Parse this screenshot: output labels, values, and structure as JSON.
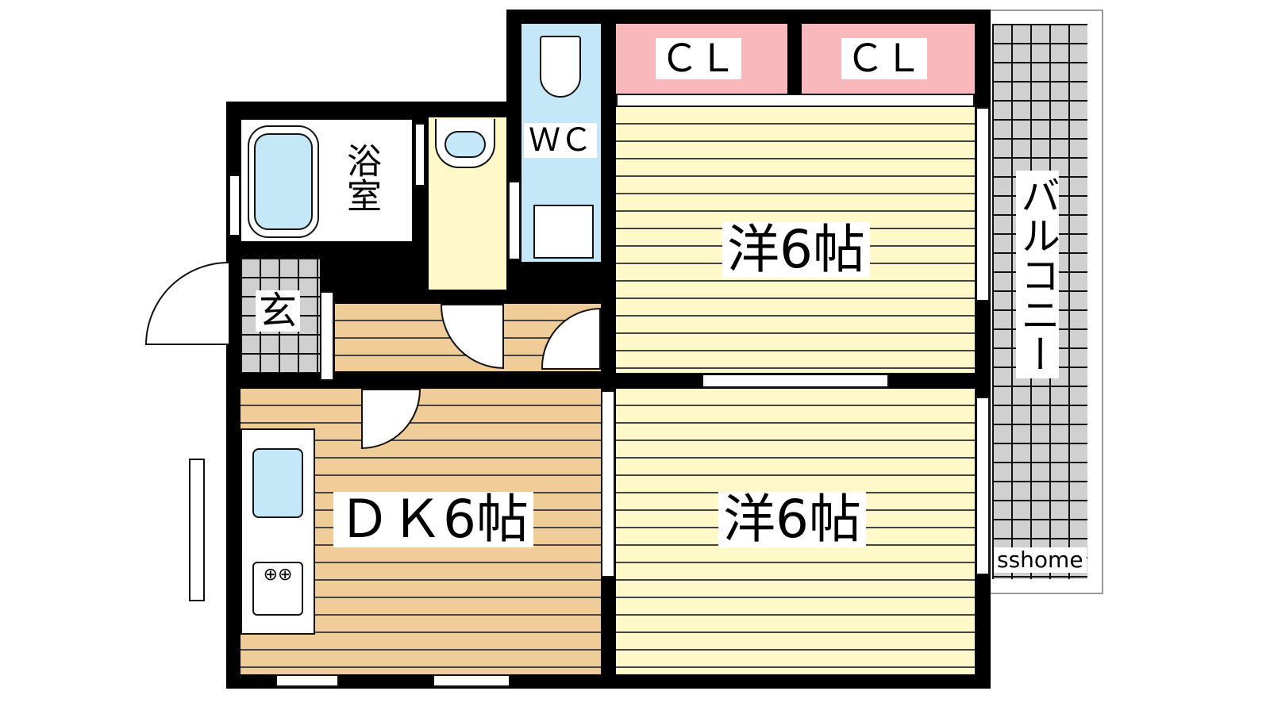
{
  "rooms": {
    "closet_1": "ＣＬ",
    "closet_2": "ＣＬ",
    "bathroom": "浴室",
    "toilet": "ＷＣ",
    "entrance": "玄",
    "western_room_1": "洋6帖",
    "western_room_2": "洋6帖",
    "dining_kitchen": "ＤＫ6帖",
    "balcony": "バルコニー"
  },
  "watermark": "sshome",
  "colors": {
    "wall": "#000000",
    "western_floor": "#fff8c8",
    "dk_floor": "#f0cc98",
    "closet": "#f8b8bc",
    "water": "#c4e8f8",
    "tile": "#d0d0d0"
  }
}
